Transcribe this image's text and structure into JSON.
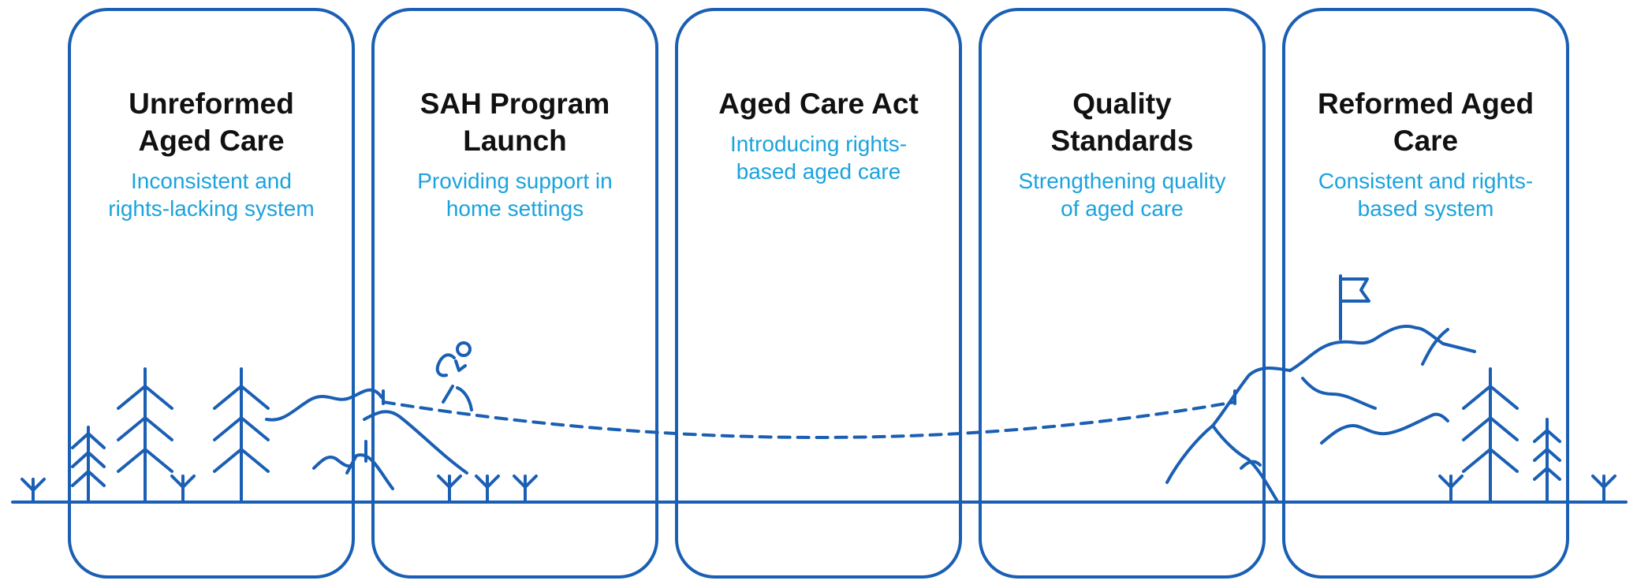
{
  "colors": {
    "outline": "#1a5fb4",
    "accent_text": "#1aa3dd",
    "title_text": "#111111",
    "background": "#ffffff"
  },
  "stages": [
    {
      "title_lines": [
        "Unreformed",
        "Aged Care"
      ],
      "subtitle_lines": [
        "Inconsistent and",
        "rights-lacking system"
      ]
    },
    {
      "title_lines": [
        "SAH Program",
        "Launch"
      ],
      "subtitle_lines": [
        "Providing support in",
        "home settings"
      ]
    },
    {
      "title_lines": [
        "Aged Care Act"
      ],
      "subtitle_lines": [
        "Introducing rights-",
        "based aged care"
      ]
    },
    {
      "title_lines": [
        "Quality",
        "Standards"
      ],
      "subtitle_lines": [
        "Strengthening quality",
        "of aged care"
      ]
    },
    {
      "title_lines": [
        "Reformed Aged",
        "Care"
      ],
      "subtitle_lines": [
        "Consistent and rights-",
        "based system"
      ]
    }
  ],
  "illustration": {
    "icons": [
      "tree-icon",
      "grass-tuft-icon",
      "mountain-icon",
      "hiker-icon",
      "flag-icon",
      "rope-bridge-path"
    ]
  }
}
